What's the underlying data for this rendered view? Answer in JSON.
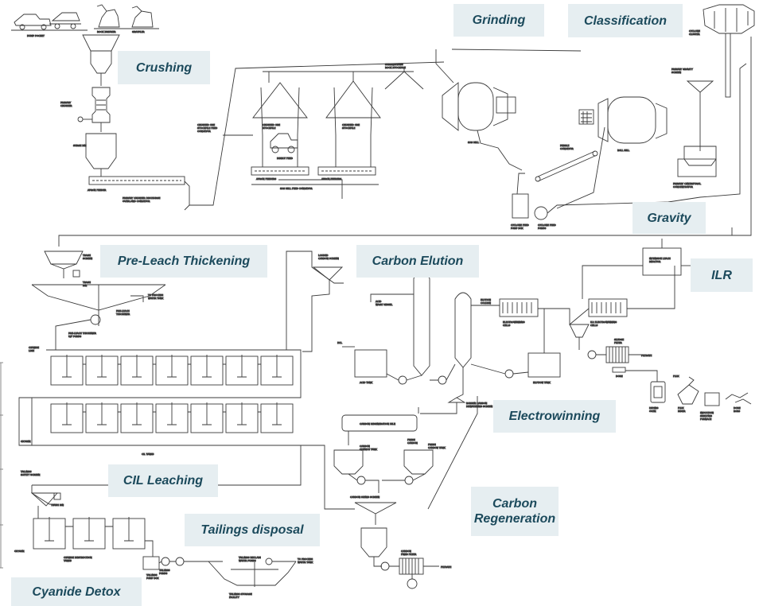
{
  "stages": {
    "crushing": "Crushing",
    "grinding": "Grinding",
    "classification": "Classification",
    "gravity": "Gravity",
    "ilr": "ILR",
    "pre_leach_thickening": "Pre-Leach Thickening",
    "carbon_elution": "Carbon Elution",
    "electrowinning": "Electrowinning",
    "cil_leaching": "CIL Leaching",
    "carbon_regeneration": "Carbon Regeneration",
    "tailings_disposal": "Tailings disposal",
    "cyanide_detox": "Cyanide Detox"
  },
  "colors": {
    "label_bg": "#e6eef1",
    "label_text": "#1c4a5c",
    "line": "#3a3a3a"
  }
}
